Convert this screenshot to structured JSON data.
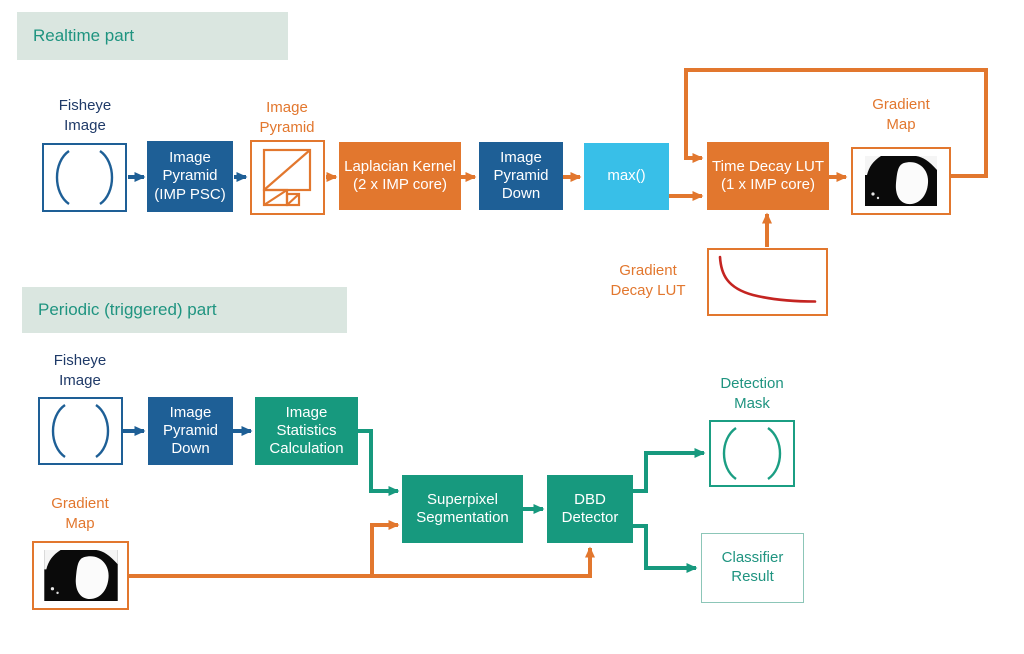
{
  "realtime": {
    "section_label": "Realtime part",
    "labels": {
      "fisheye_image": "Fisheye\nImage",
      "image_pyramid": "Image\nPyramid",
      "gradient_map": "Gradient\nMap",
      "gradient_decay_lut": "Gradient\nDecay LUT"
    },
    "nodes": {
      "image_pyramid_psc": "Image\nPyramid\n(IMP PSC)",
      "laplacian_kernel": "Laplacian Kernel\n(2 x IMP core)",
      "image_pyramid_down": "Image\nPyramid\nDown",
      "max": "max()",
      "time_decay_lut": "Time Decay LUT\n(1 x IMP core)"
    }
  },
  "periodic": {
    "section_label": "Periodic (triggered) part",
    "labels": {
      "fisheye_image": "Fisheye\nImage",
      "detection_mask": "Detection\nMask",
      "gradient_map": "Gradient\nMap"
    },
    "nodes": {
      "image_pyramid_down": "Image\nPyramid\nDown",
      "image_statistics": "Image\nStatistics\nCalculation",
      "superpixel_segmentation": "Superpixel\nSegmentation",
      "dbd_detector": "DBD\nDetector",
      "classifier_result": "Classifier\nResult"
    }
  },
  "colors": {
    "orange": "#E2772E",
    "blue_box": "#1E5F96",
    "navy_text": "#1F3A68",
    "green_box": "#17997E",
    "cyan_box": "#38BFE8",
    "teal_text": "#1F9480",
    "section_background": "#DAE6E0",
    "decay_curve_red": "#C42421"
  }
}
